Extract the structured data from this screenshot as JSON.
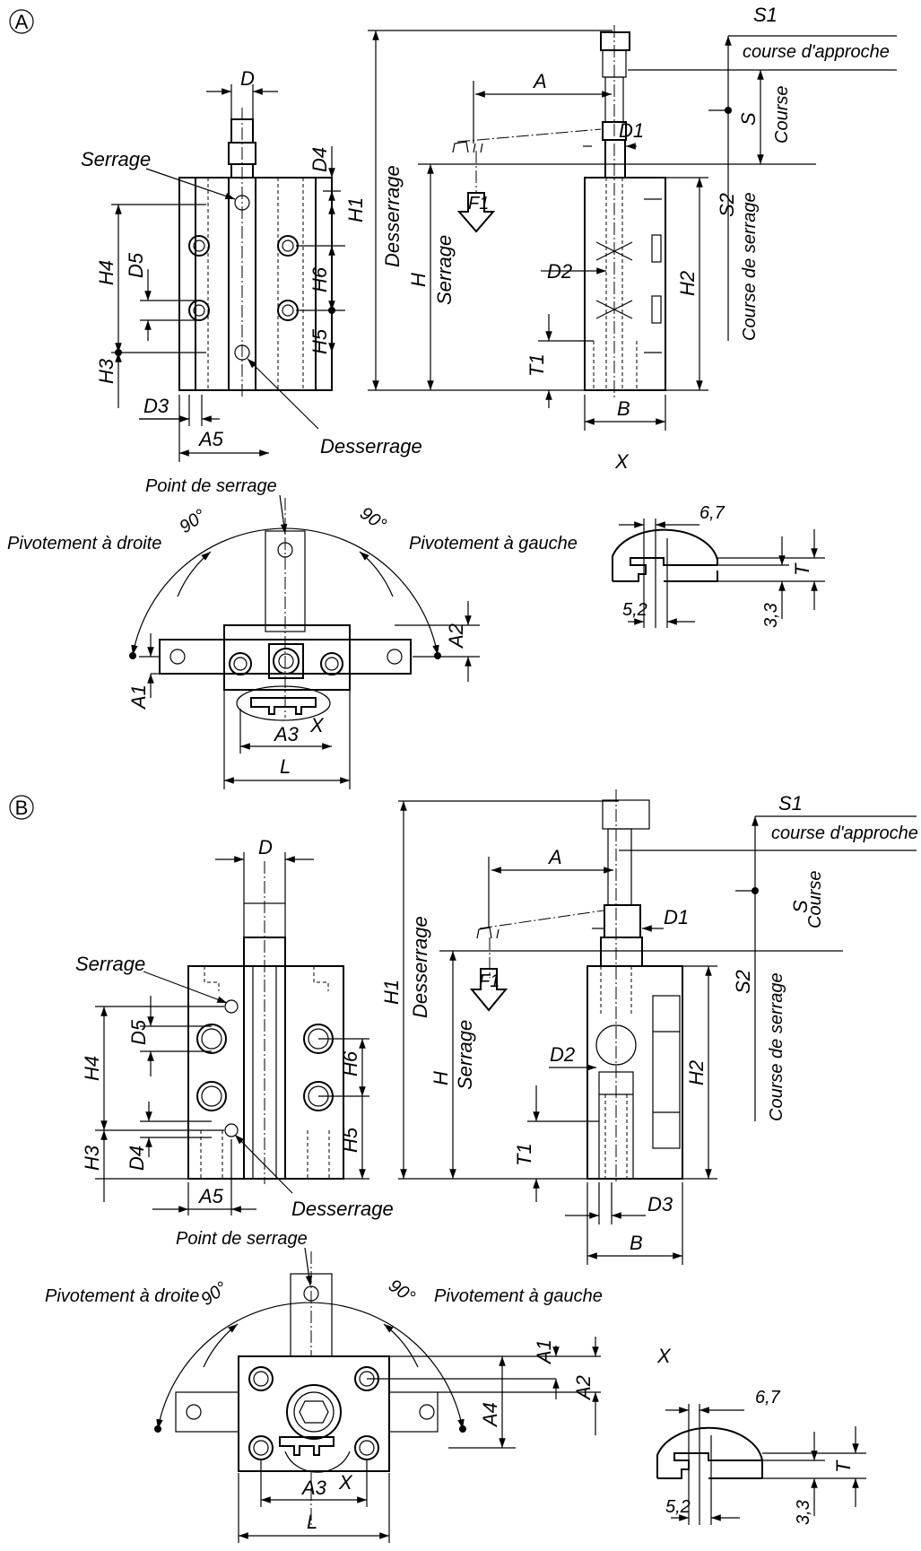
{
  "variants": {
    "a_marker": "A",
    "b_marker": "B"
  },
  "labels": {
    "serrage": "Serrage",
    "desserrage": "Desserrage",
    "point_de_serrage": "Point de serrage",
    "pivotement_droite": "Pivotement à droite",
    "pivotement_gauche": "Pivotement à gauche",
    "course_approche": "course d'approche",
    "course": "Course",
    "course_serrage": "Course de serrage",
    "deg90": "90°",
    "detail_x": "X"
  },
  "dims": {
    "D": "D",
    "D1": "D1",
    "D2": "D2",
    "D3": "D3",
    "D4": "D4",
    "D5": "D5",
    "H": "H",
    "H1": "H1",
    "H2": "H2",
    "H3": "H3",
    "H4": "H4",
    "H5": "H5",
    "H6": "H6",
    "A": "A",
    "A1": "A1",
    "A2": "A2",
    "A3": "A3",
    "A4": "A4",
    "A5": "A5",
    "S": "S",
    "S1": "S1",
    "S2": "S2",
    "F1": "F1",
    "T": "T",
    "T1": "T1",
    "B": "B",
    "L": "L",
    "v67": "6,7",
    "v52": "5,2",
    "v33": "3,3"
  }
}
